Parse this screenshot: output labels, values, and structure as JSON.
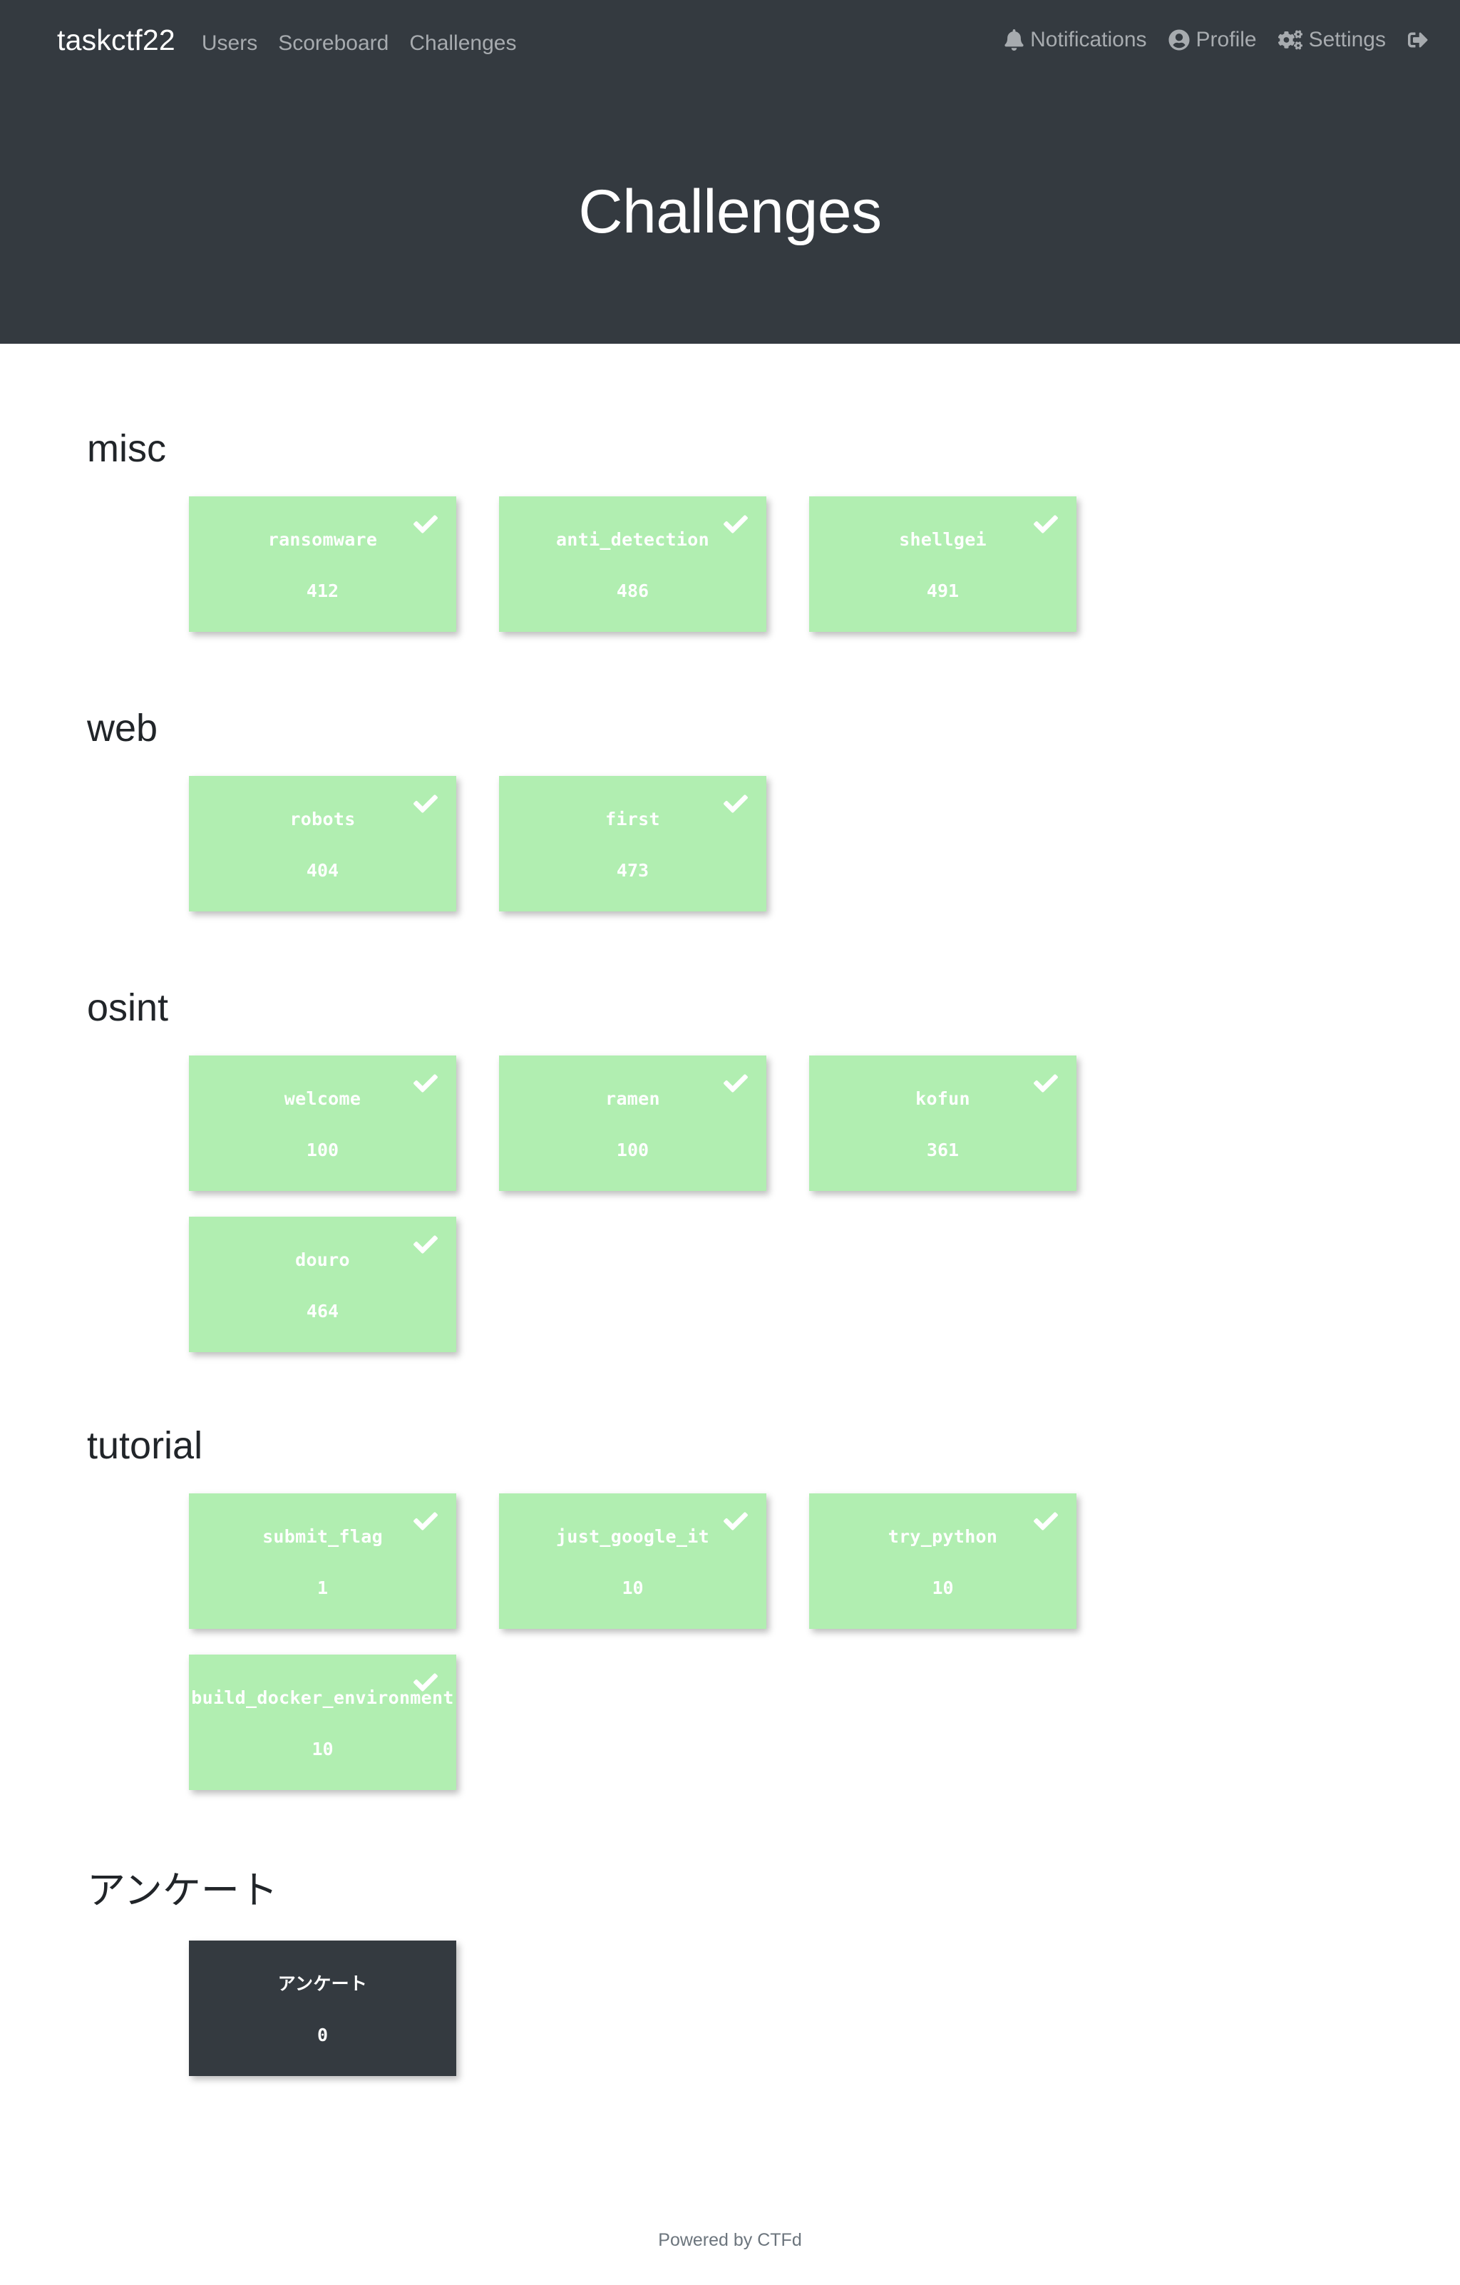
{
  "navbar": {
    "brand": "taskctf22",
    "links": [
      {
        "label": "Users",
        "name": "nav-link-users"
      },
      {
        "label": "Scoreboard",
        "name": "nav-link-scoreboard"
      },
      {
        "label": "Challenges",
        "name": "nav-link-challenges"
      }
    ],
    "right": [
      {
        "label": "Notifications",
        "icon": "bell-icon"
      },
      {
        "label": "Profile",
        "icon": "user-circle-icon"
      },
      {
        "label": "Settings",
        "icon": "gears-icon"
      }
    ],
    "logout_icon": "sign-out-icon"
  },
  "header": {
    "title": "Challenges"
  },
  "categories": [
    {
      "name": "misc",
      "challenges": [
        {
          "name": "ransomware",
          "value": "412",
          "solved": true
        },
        {
          "name": "anti_detection",
          "value": "486",
          "solved": true
        },
        {
          "name": "shellgei",
          "value": "491",
          "solved": true
        }
      ]
    },
    {
      "name": "web",
      "challenges": [
        {
          "name": "robots",
          "value": "404",
          "solved": true
        },
        {
          "name": "first",
          "value": "473",
          "solved": true
        }
      ]
    },
    {
      "name": "osint",
      "challenges": [
        {
          "name": "welcome",
          "value": "100",
          "solved": true
        },
        {
          "name": "ramen",
          "value": "100",
          "solved": true
        },
        {
          "name": "kofun",
          "value": "361",
          "solved": true
        },
        {
          "name": "douro",
          "value": "464",
          "solved": true
        }
      ]
    },
    {
      "name": "tutorial",
      "challenges": [
        {
          "name": "submit_flag",
          "value": "1",
          "solved": true
        },
        {
          "name": "just_google_it",
          "value": "10",
          "solved": true
        },
        {
          "name": "try_python",
          "value": "10",
          "solved": true
        },
        {
          "name": "build_docker_environment",
          "value": "10",
          "solved": true
        }
      ]
    },
    {
      "name": "アンケート",
      "challenges": [
        {
          "name": "アンケート",
          "value": "0",
          "solved": false
        }
      ]
    }
  ],
  "footer": {
    "text": "Powered by CTFd"
  },
  "colors": {
    "dark": "#343a40",
    "solved_green": "#b1eeb1",
    "nav_muted": "#a7abaf",
    "footer_text": "#6c757d"
  }
}
